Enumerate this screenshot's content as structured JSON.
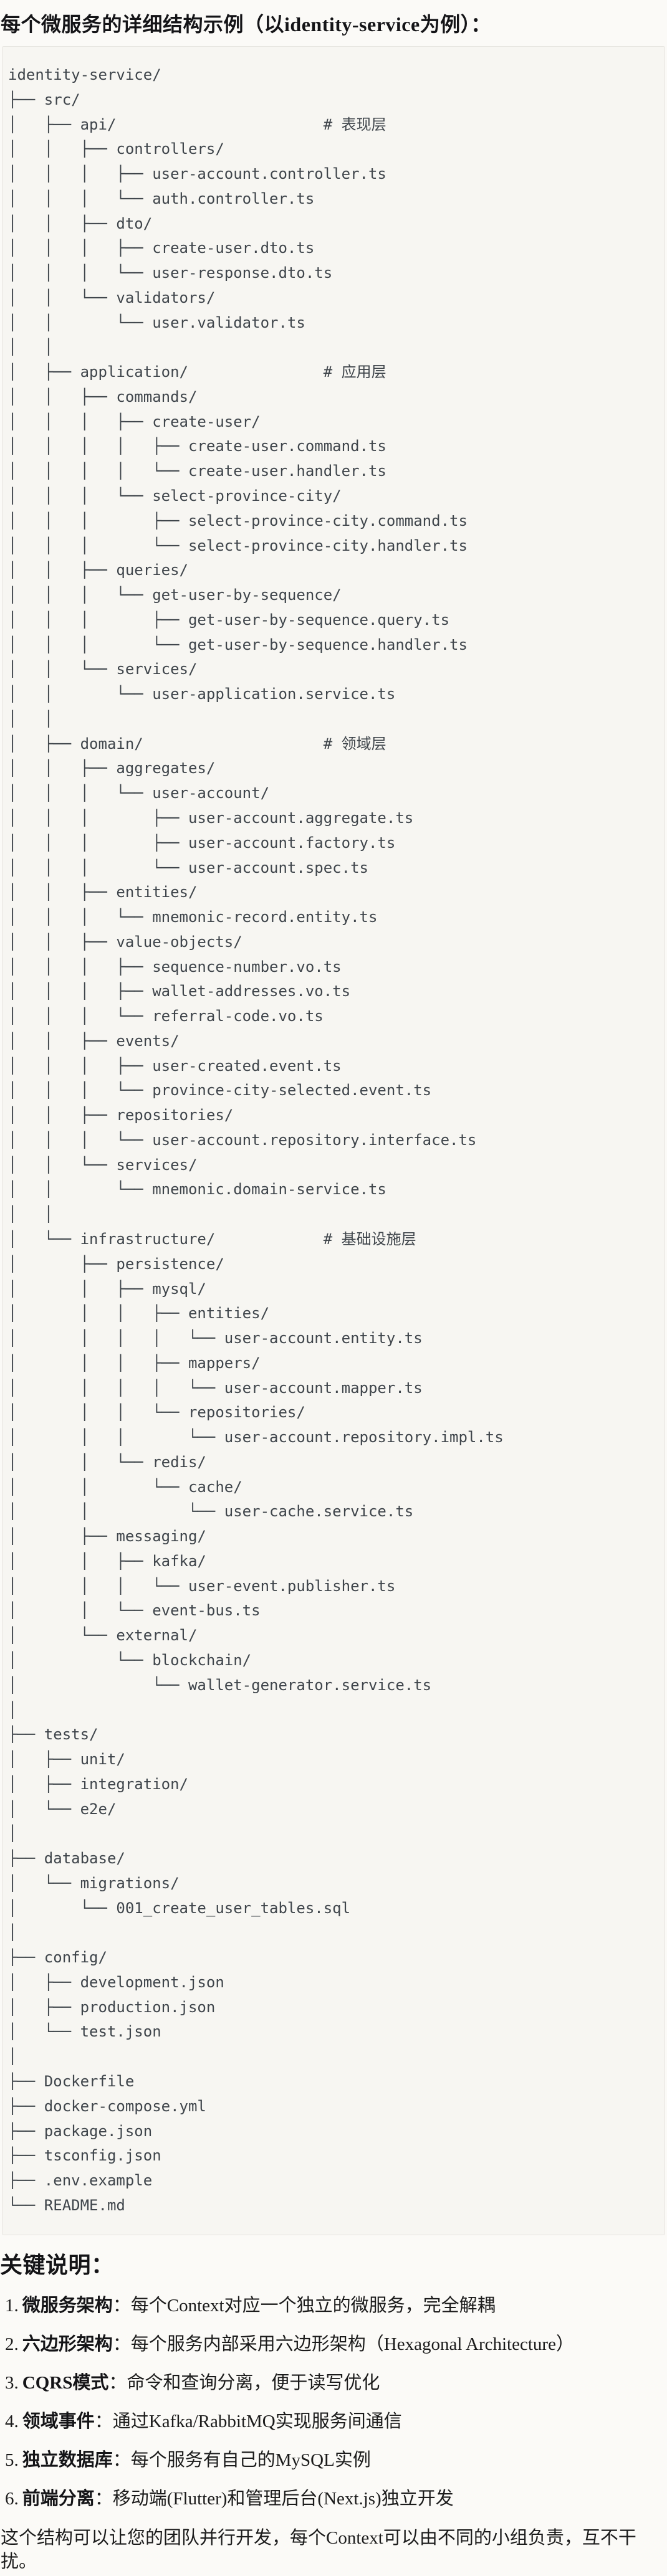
{
  "title": "每个微服务的详细结构示例（以identity-service为例）：",
  "tree": {
    "lines": [
      "identity-service/",
      "├── src/",
      "│   ├── api/                       # 表现层",
      "│   │   ├── controllers/",
      "│   │   │   ├── user-account.controller.ts",
      "│   │   │   └── auth.controller.ts",
      "│   │   ├── dto/",
      "│   │   │   ├── create-user.dto.ts",
      "│   │   │   └── user-response.dto.ts",
      "│   │   └── validators/",
      "│   │       └── user.validator.ts",
      "│   │",
      "│   ├── application/               # 应用层",
      "│   │   ├── commands/",
      "│   │   │   ├── create-user/",
      "│   │   │   │   ├── create-user.command.ts",
      "│   │   │   │   └── create-user.handler.ts",
      "│   │   │   └── select-province-city/",
      "│   │   │       ├── select-province-city.command.ts",
      "│   │   │       └── select-province-city.handler.ts",
      "│   │   ├── queries/",
      "│   │   │   └── get-user-by-sequence/",
      "│   │   │       ├── get-user-by-sequence.query.ts",
      "│   │   │       └── get-user-by-sequence.handler.ts",
      "│   │   └── services/",
      "│   │       └── user-application.service.ts",
      "│   │",
      "│   ├── domain/                    # 领域层",
      "│   │   ├── aggregates/",
      "│   │   │   └── user-account/",
      "│   │   │       ├── user-account.aggregate.ts",
      "│   │   │       ├── user-account.factory.ts",
      "│   │   │       └── user-account.spec.ts",
      "│   │   ├── entities/",
      "│   │   │   └── mnemonic-record.entity.ts",
      "│   │   ├── value-objects/",
      "│   │   │   ├── sequence-number.vo.ts",
      "│   │   │   ├── wallet-addresses.vo.ts",
      "│   │   │   └── referral-code.vo.ts",
      "│   │   ├── events/",
      "│   │   │   ├── user-created.event.ts",
      "│   │   │   └── province-city-selected.event.ts",
      "│   │   ├── repositories/",
      "│   │   │   └── user-account.repository.interface.ts",
      "│   │   └── services/",
      "│   │       └── mnemonic.domain-service.ts",
      "│   │",
      "│   └── infrastructure/            # 基础设施层",
      "│       ├── persistence/",
      "│       │   ├── mysql/",
      "│       │   │   ├── entities/",
      "│       │   │   │   └── user-account.entity.ts",
      "│       │   │   ├── mappers/",
      "│       │   │   │   └── user-account.mapper.ts",
      "│       │   │   └── repositories/",
      "│       │   │       └── user-account.repository.impl.ts",
      "│       │   └── redis/",
      "│       │       └── cache/",
      "│       │           └── user-cache.service.ts",
      "│       ├── messaging/",
      "│       │   ├── kafka/",
      "│       │   │   └── user-event.publisher.ts",
      "│       │   └── event-bus.ts",
      "│       └── external/",
      "│           └── blockchain/",
      "│               └── wallet-generator.service.ts",
      "│",
      "├── tests/",
      "│   ├── unit/",
      "│   ├── integration/",
      "│   └── e2e/",
      "│",
      "├── database/",
      "│   └── migrations/",
      "│       └── 001_create_user_tables.sql",
      "│",
      "├── config/",
      "│   ├── development.json",
      "│   ├── production.json",
      "│   └── test.json",
      "│",
      "├── Dockerfile",
      "├── docker-compose.yml",
      "├── package.json",
      "├── tsconfig.json",
      "├── .env.example",
      "└── README.md"
    ]
  },
  "notes": {
    "heading": "关键说明：",
    "items": [
      {
        "num": "1.",
        "term": "微服务架构",
        "desc": "：每个Context对应一个独立的微服务，完全解耦"
      },
      {
        "num": "2.",
        "term": "六边形架构",
        "desc": "：每个服务内部采用六边形架构（Hexagonal Architecture）"
      },
      {
        "num": "3.",
        "term": "CQRS模式",
        "desc": "：命令和查询分离，便于读写优化"
      },
      {
        "num": "4.",
        "term": "领域事件",
        "desc": "：通过Kafka/RabbitMQ实现服务间通信"
      },
      {
        "num": "5.",
        "term": "独立数据库",
        "desc": "：每个服务有自己的MySQL实例"
      },
      {
        "num": "6.",
        "term": "前端分离",
        "desc": "：移动端(Flutter)和管理后台(Next.js)独立开发"
      }
    ]
  },
  "footer": "这个结构可以让您的团队并行开发，每个Context可以由不同的小组负责，互不干扰。",
  "colors": {
    "page_bg": "#fbfaf7",
    "code_block_bg": "#f7f6f2",
    "code_block_border": "#e6e4df",
    "tree_text": "#3f454b",
    "body_text": "#1b1b1b"
  }
}
